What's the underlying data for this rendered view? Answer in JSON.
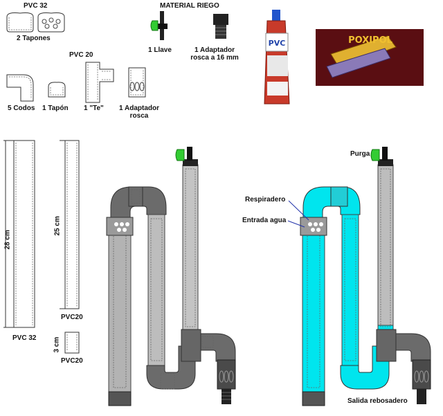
{
  "materials": {
    "pvc32_title": "PVC 32",
    "pvc32_item": "2 Tapones",
    "pvc20_title": "PVC 20",
    "codos": "5 Codos",
    "tapon": "1 Tapón",
    "te": "1 \"Te\"",
    "adaptador_line1": "1 Adaptador",
    "adaptador_line2": "rosca",
    "riego_title": "MATERIAL RIEGO",
    "llave": "1 Llave",
    "adaptador16_line1": "1 Adaptador",
    "adaptador16_line2": "rosca a 16 mm"
  },
  "products": {
    "tube_brand": "PVC",
    "box_brand": "POXIPOL"
  },
  "measures": {
    "pipe1_length": "28 cm",
    "pipe1_type": "PVC 32",
    "pipe2_length": "25 cm",
    "pipe2_type": "PVC20",
    "pipe3_length": "3 cm",
    "pipe3_type": "PVC20"
  },
  "annotations": {
    "purga": "Purga",
    "respiradero": "Respiradero",
    "entrada": "Entrada agua",
    "salida": "Salida rebosadero"
  },
  "colors": {
    "pipe_gray": "#a9a9a9",
    "water": "#00e5ee",
    "valve_green": "#33cc33"
  }
}
